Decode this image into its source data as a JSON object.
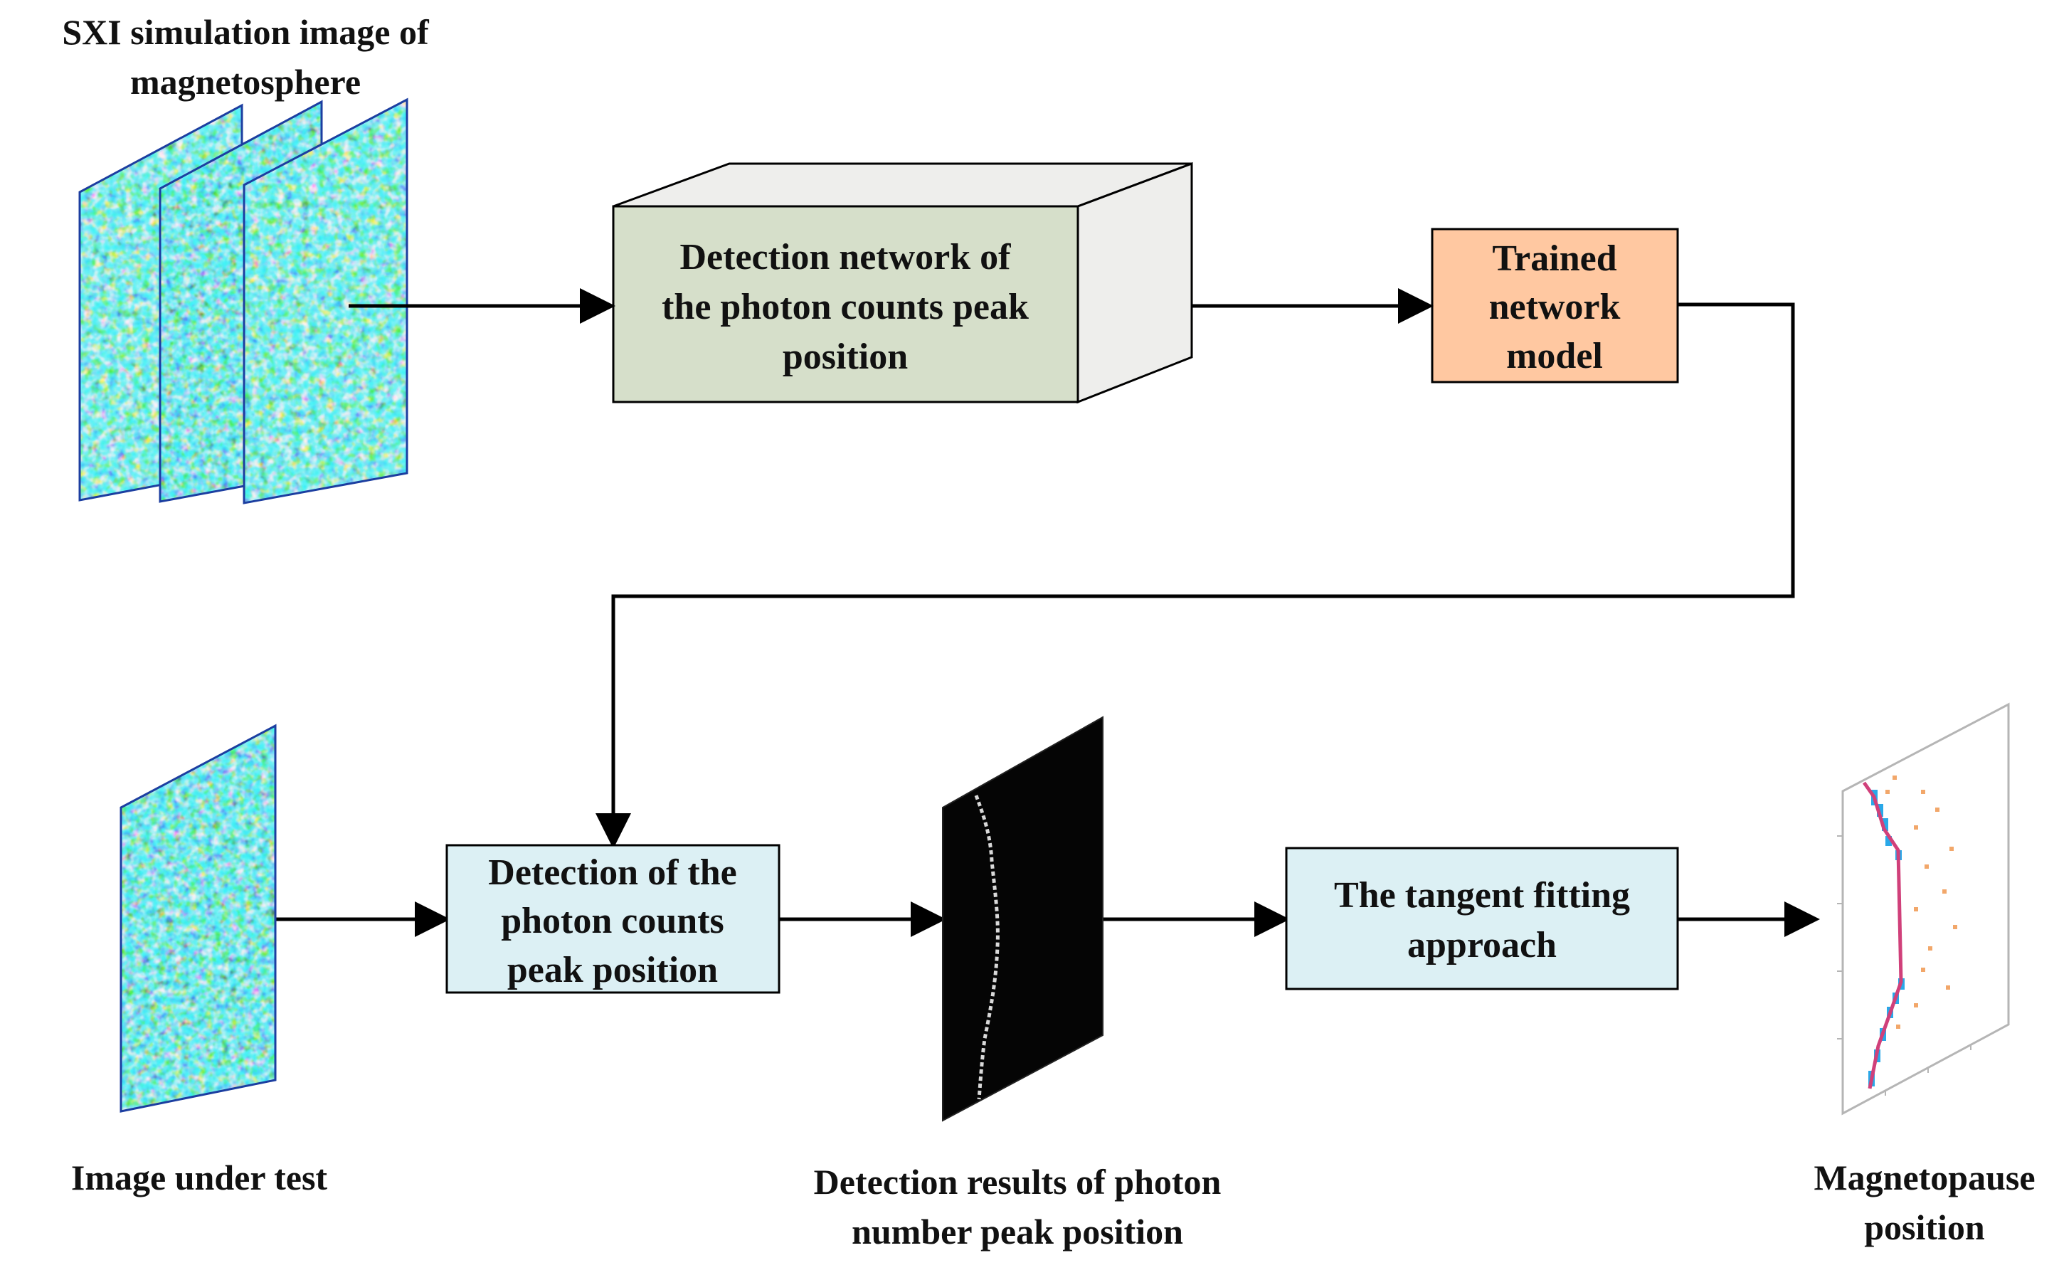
{
  "captions": {
    "sxi_line1": "SXI simulation image of",
    "sxi_line2": "magnetosphere",
    "image_under_test": "Image under test",
    "detection_results_line1": "Detection results of photon",
    "detection_results_line2": "number peak position",
    "magnetopause_line1": "Magnetopause",
    "magnetopause_line2": "position"
  },
  "boxes": {
    "detection_network": {
      "line1": "Detection network of",
      "line2": "the photon counts peak",
      "line3": "position",
      "front_color": "#d6dfca",
      "side_color": "#eeeeec"
    },
    "trained_model": {
      "line1": "Trained",
      "line2": "network",
      "line3": "model",
      "color": "#ffc8a1"
    },
    "detection_peak": {
      "line1": "Detection of the",
      "line2": "photon counts",
      "line3": "peak position",
      "color": "#dcf0f4"
    },
    "tangent_fitting": {
      "line1": "The tangent fitting",
      "line2": "approach",
      "color": "#dcf0f4"
    }
  },
  "colors": {
    "heatmap_base": "#1a4cc8",
    "detection_bg": "#050505",
    "detection_curve": "#d9d9d9",
    "fit_line": "#d0407a",
    "fit_points": "#29a8e8",
    "scatter_points": "#f2a76a"
  }
}
